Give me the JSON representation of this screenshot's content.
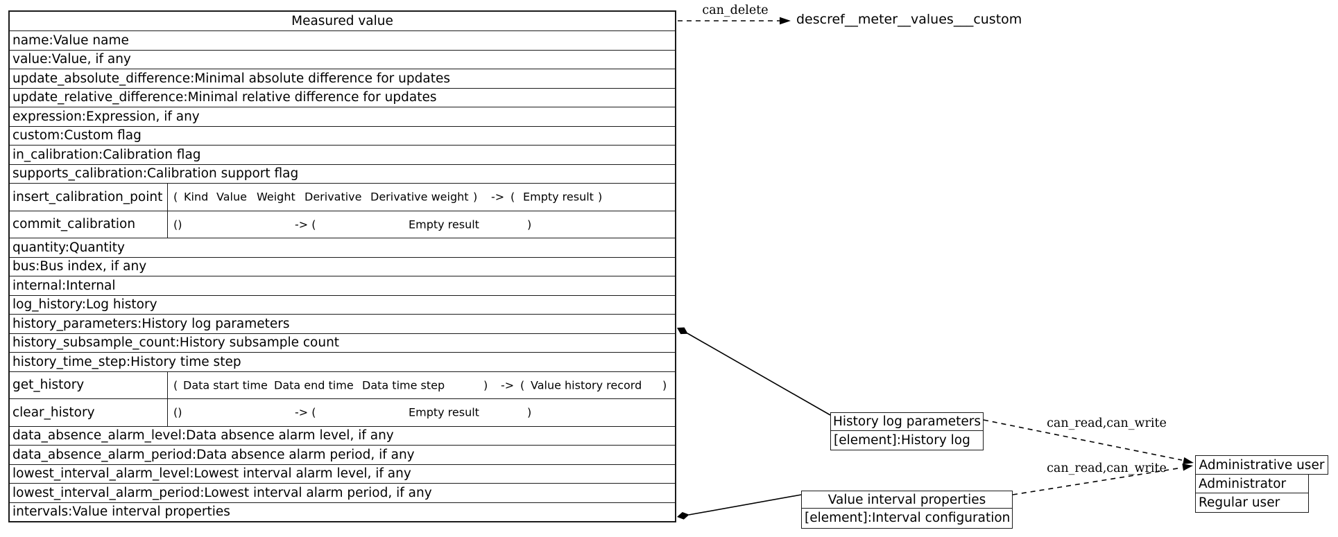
{
  "colors": {
    "line": "#000000",
    "background": "#ffffff",
    "text": "#000000"
  },
  "external_ref": {
    "label": "descref__meter__values___custom"
  },
  "edge_labels": {
    "can_delete": "can_delete",
    "history_acl": "can_read,can_write",
    "intervals_acl": "can_read,can_write"
  },
  "main_class": {
    "title": "Measured value",
    "rows": [
      {
        "type": "attr",
        "text": "name:Value name"
      },
      {
        "type": "attr",
        "text": "value:Value, if any"
      },
      {
        "type": "attr",
        "text": "update_absolute_difference:Minimal absolute difference for updates"
      },
      {
        "type": "attr",
        "text": "update_relative_difference:Minimal relative difference for updates"
      },
      {
        "type": "attr",
        "text": "expression:Expression, if any"
      },
      {
        "type": "attr",
        "text": "custom:Custom flag"
      },
      {
        "type": "attr",
        "text": "in_calibration:Calibration flag"
      },
      {
        "type": "attr",
        "text": "supports_calibration:Calibration support flag"
      },
      {
        "type": "method",
        "name": "insert_calibration_point",
        "segments": [
          [
            "(",
            8
          ],
          [
            "Kind",
            23
          ],
          [
            "Value",
            70
          ],
          [
            "Weight",
            128
          ],
          [
            "Derivative",
            197
          ],
          [
            "Derivative weight",
            292
          ],
          [
            ")",
            440
          ],
          [
            "->",
            466
          ],
          [
            "(",
            494
          ],
          [
            "Empty result",
            512
          ],
          [
            ")",
            620
          ]
        ]
      },
      {
        "type": "method",
        "name": "commit_calibration",
        "segments": [
          [
            "()",
            8
          ],
          [
            "-> (",
            183
          ],
          [
            "Empty result",
            347
          ],
          [
            ")",
            518
          ]
        ]
      },
      {
        "type": "attr",
        "text": "quantity:Quantity"
      },
      {
        "type": "attr",
        "text": "bus:Bus index, if any"
      },
      {
        "type": "attr",
        "text": "internal:Internal"
      },
      {
        "type": "attr",
        "text": "log_history:Log history"
      },
      {
        "type": "attr",
        "text": "history_parameters:History log parameters"
      },
      {
        "type": "attr",
        "text": "history_subsample_count:History subsample count"
      },
      {
        "type": "attr",
        "text": "history_time_step:History time step"
      },
      {
        "type": "method",
        "name": "get_history",
        "segments": [
          [
            "(",
            8
          ],
          [
            "Data start time",
            22
          ],
          [
            "Data end time",
            153
          ],
          [
            "Data time step",
            280
          ],
          [
            ")",
            455
          ],
          [
            "->",
            480
          ],
          [
            "(",
            508
          ],
          [
            "Value history record",
            523
          ],
          [
            ")",
            713
          ]
        ]
      },
      {
        "type": "method",
        "name": "clear_history",
        "segments": [
          [
            "()",
            8
          ],
          [
            "-> (",
            183
          ],
          [
            "Empty result",
            347
          ],
          [
            ")",
            518
          ]
        ]
      },
      {
        "type": "attr",
        "text": "data_absence_alarm_level:Data absence alarm level, if any"
      },
      {
        "type": "attr",
        "text": "data_absence_alarm_period:Data absence alarm period, if any"
      },
      {
        "type": "attr",
        "text": "lowest_interval_alarm_level:Lowest interval alarm level, if any"
      },
      {
        "type": "attr",
        "text": "lowest_interval_alarm_period:Lowest interval alarm period, if any"
      },
      {
        "type": "attr",
        "text": "intervals:Value interval properties"
      }
    ]
  },
  "history_class": {
    "title": "History log parameters",
    "rows": [
      "[element]:History log"
    ]
  },
  "intervals_class": {
    "title": "Value interval properties",
    "rows": [
      "[element]:Interval configuration"
    ]
  },
  "users_class": {
    "title": "Administrative user",
    "rows": [
      "Administrator",
      "Regular user"
    ]
  }
}
